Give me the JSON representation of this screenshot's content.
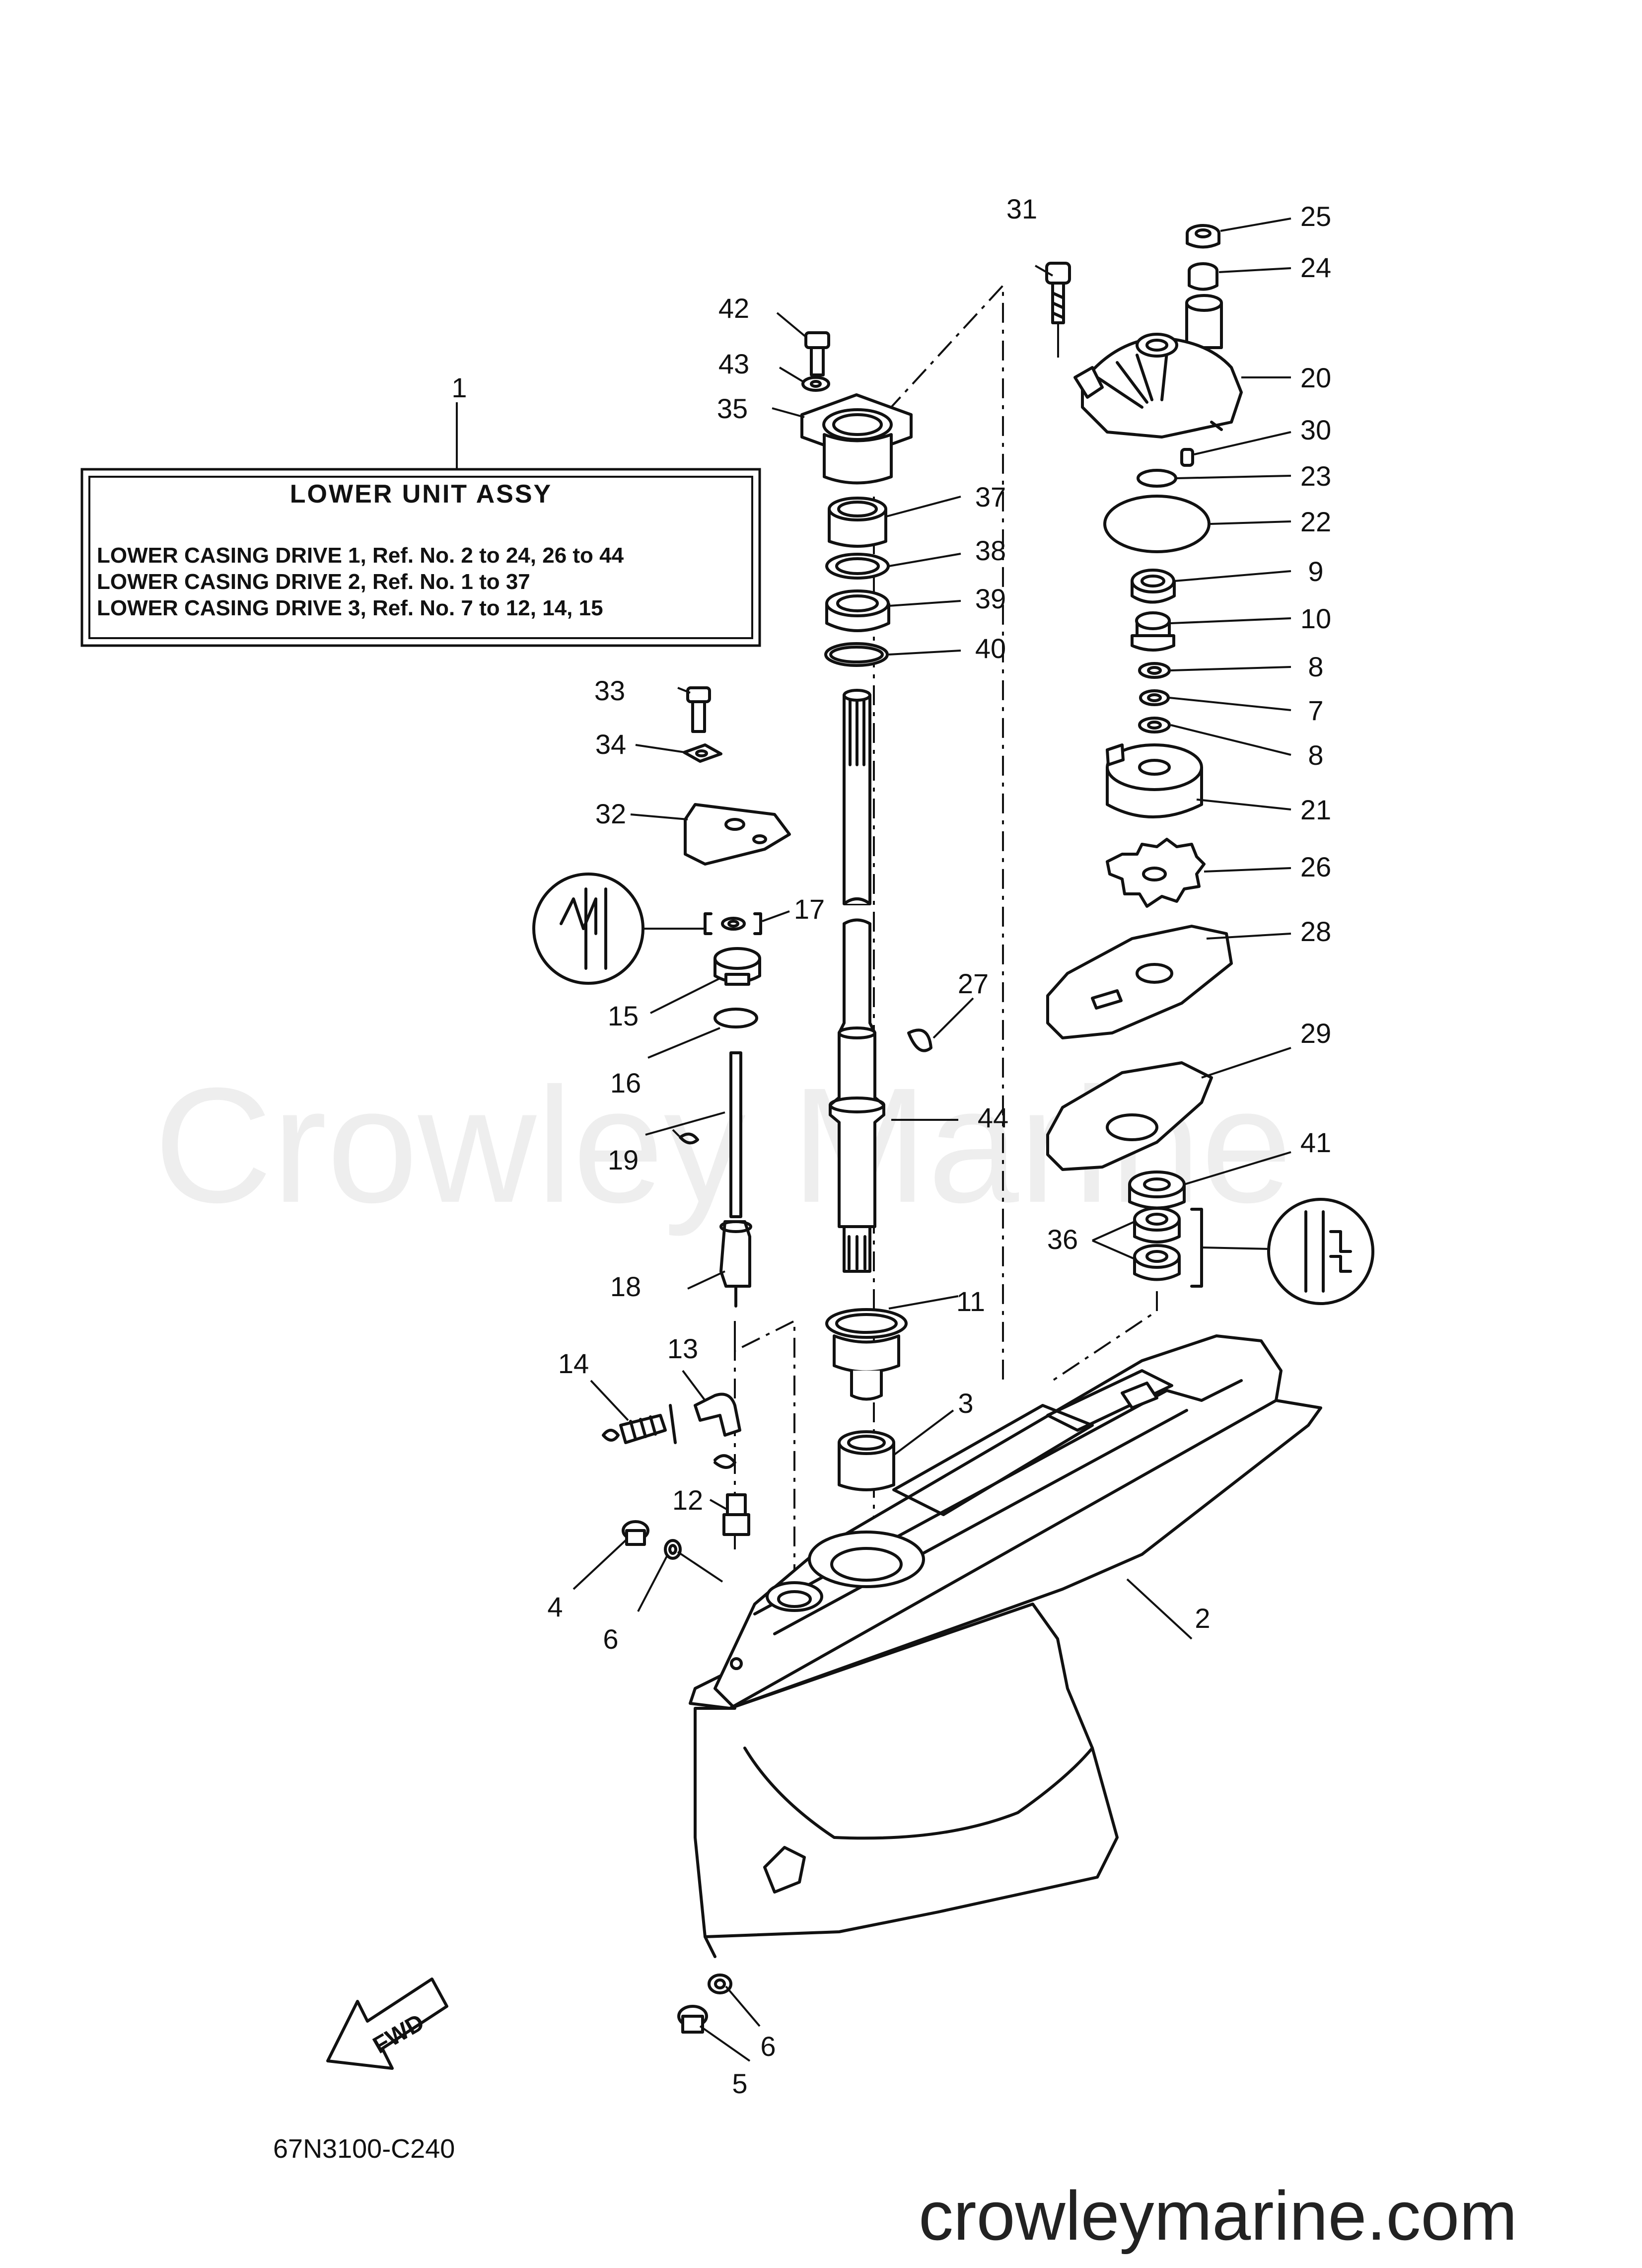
{
  "watermark": "Crowley Marine",
  "footer_site": "crowleymarine.com",
  "diagram_code": "67N3100-C240",
  "fwd_label": "FWD",
  "assembly_box": {
    "title": "LOWER UNIT ASSY",
    "lines": [
      "LOWER CASING DRIVE 1, Ref. No. 2 to 24, 26 to 44",
      "LOWER CASING DRIVE 2, Ref. No. 1 to 37",
      "LOWER CASING DRIVE 3, Ref. No. 7 to 12, 14, 15"
    ]
  },
  "callouts": {
    "c1": "1",
    "c2": "2",
    "c3": "3",
    "c4": "4",
    "c5": "5",
    "c6a": "6",
    "c6b": "6",
    "c7": "7",
    "c8a": "8",
    "c8b": "8",
    "c9": "9",
    "c10": "10",
    "c11": "11",
    "c12": "12",
    "c13": "13",
    "c14": "14",
    "c15": "15",
    "c16": "16",
    "c17": "17",
    "c18": "18",
    "c19": "19",
    "c20": "20",
    "c21": "21",
    "c22": "22",
    "c23": "23",
    "c24": "24",
    "c25": "25",
    "c26": "26",
    "c27": "27",
    "c28": "28",
    "c29": "29",
    "c30": "30",
    "c31": "31",
    "c32": "32",
    "c33": "33",
    "c34": "34",
    "c35": "35",
    "c36": "36",
    "c37": "37",
    "c38": "38",
    "c39": "39",
    "c40": "40",
    "c41": "41",
    "c42": "42",
    "c43": "43",
    "c44": "44"
  }
}
